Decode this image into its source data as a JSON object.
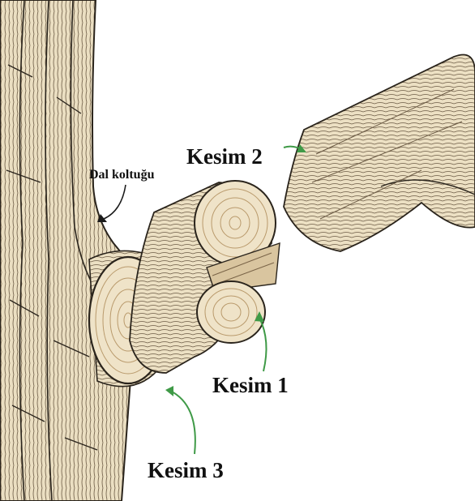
{
  "labels": {
    "branch_collar": "Dal koltuğu",
    "cut1": "Kesim 1",
    "cut2": "Kesim 2",
    "cut3": "Kesim 3"
  },
  "colors": {
    "wood_light": "#efe3c8",
    "wood_mid": "#d9c59f",
    "bark_line": "#2a241c",
    "ring_line": "#b99a6c",
    "arrow_green": "#3f9a47",
    "text": "#111111"
  }
}
